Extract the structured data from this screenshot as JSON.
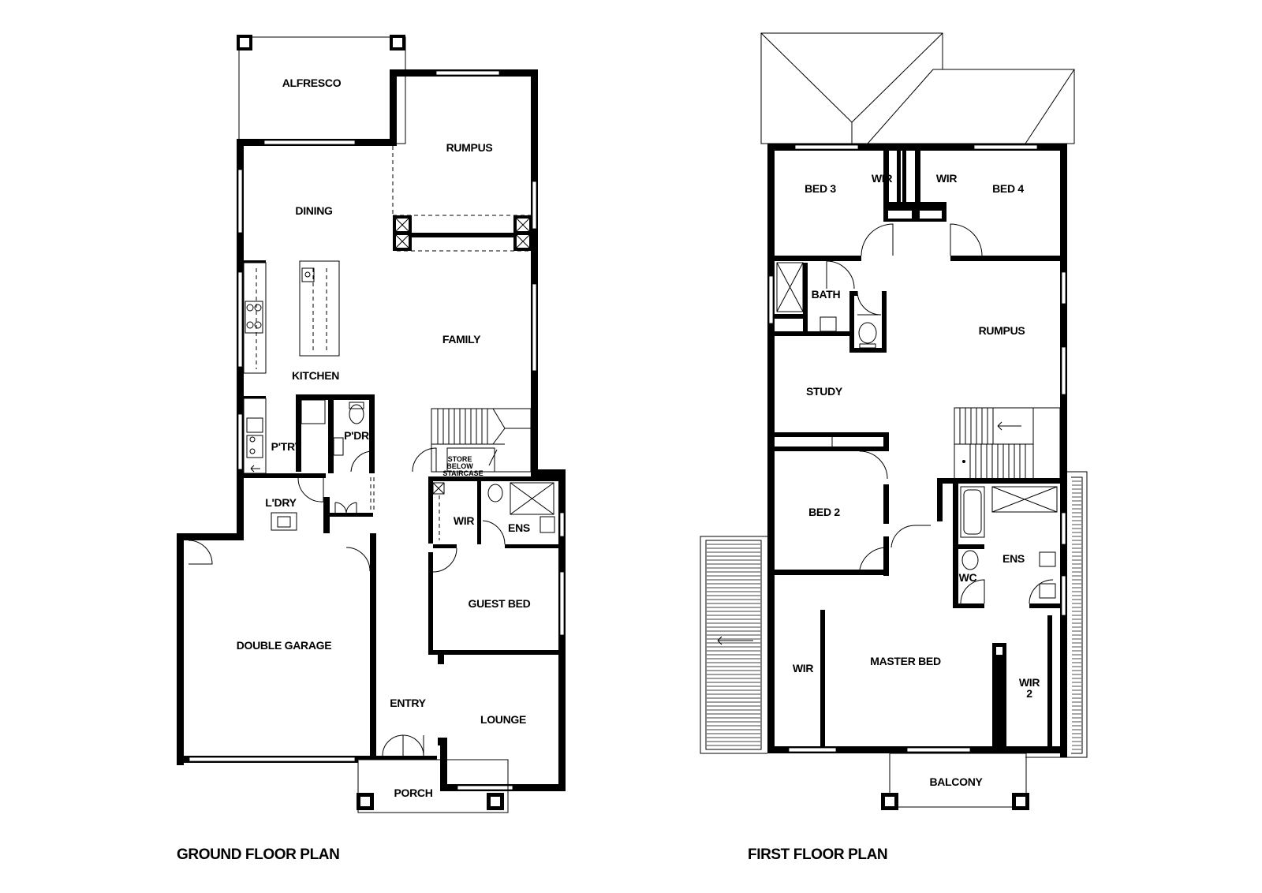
{
  "plans": [
    {
      "id": "ground",
      "title": "GROUND FLOOR PLAN",
      "rooms": [
        {
          "key": "alfresco",
          "label": "ALFRESCO"
        },
        {
          "key": "rumpus",
          "label": "RUMPUS"
        },
        {
          "key": "dining",
          "label": "DINING"
        },
        {
          "key": "family",
          "label": "FAMILY"
        },
        {
          "key": "kitchen",
          "label": "KITCHEN"
        },
        {
          "key": "ptry",
          "label": "P'TRY"
        },
        {
          "key": "pdr",
          "label": "P'DR"
        },
        {
          "key": "ldry",
          "label": "L'DRY"
        },
        {
          "key": "wir",
          "label": "WIR"
        },
        {
          "key": "ens",
          "label": "ENS"
        },
        {
          "key": "guest_bed",
          "label": "GUEST BED"
        },
        {
          "key": "double_garage",
          "label": "DOUBLE GARAGE"
        },
        {
          "key": "entry",
          "label": "ENTRY"
        },
        {
          "key": "lounge",
          "label": "LOUNGE"
        },
        {
          "key": "porch",
          "label": "PORCH"
        }
      ],
      "store_note": [
        "STORE",
        "BELOW",
        "STAIRCASE"
      ]
    },
    {
      "id": "first",
      "title": "FIRST FLOOR PLAN",
      "rooms": [
        {
          "key": "bed3",
          "label": "BED 3"
        },
        {
          "key": "wir_a",
          "label": "WIR"
        },
        {
          "key": "wir_b",
          "label": "WIR"
        },
        {
          "key": "bed4",
          "label": "BED 4"
        },
        {
          "key": "bath",
          "label": "BATH"
        },
        {
          "key": "rumpus",
          "label": "RUMPUS"
        },
        {
          "key": "study",
          "label": "STUDY"
        },
        {
          "key": "bed2",
          "label": "BED 2"
        },
        {
          "key": "ens",
          "label": "ENS"
        },
        {
          "key": "wc",
          "label": "WC"
        },
        {
          "key": "wir_c",
          "label": "WIR"
        },
        {
          "key": "master_bed",
          "label": "MASTER BED"
        },
        {
          "key": "wir2_l1",
          "label": "WIR"
        },
        {
          "key": "wir2_l2",
          "label": "2"
        },
        {
          "key": "balcony",
          "label": "BALCONY"
        }
      ]
    }
  ]
}
